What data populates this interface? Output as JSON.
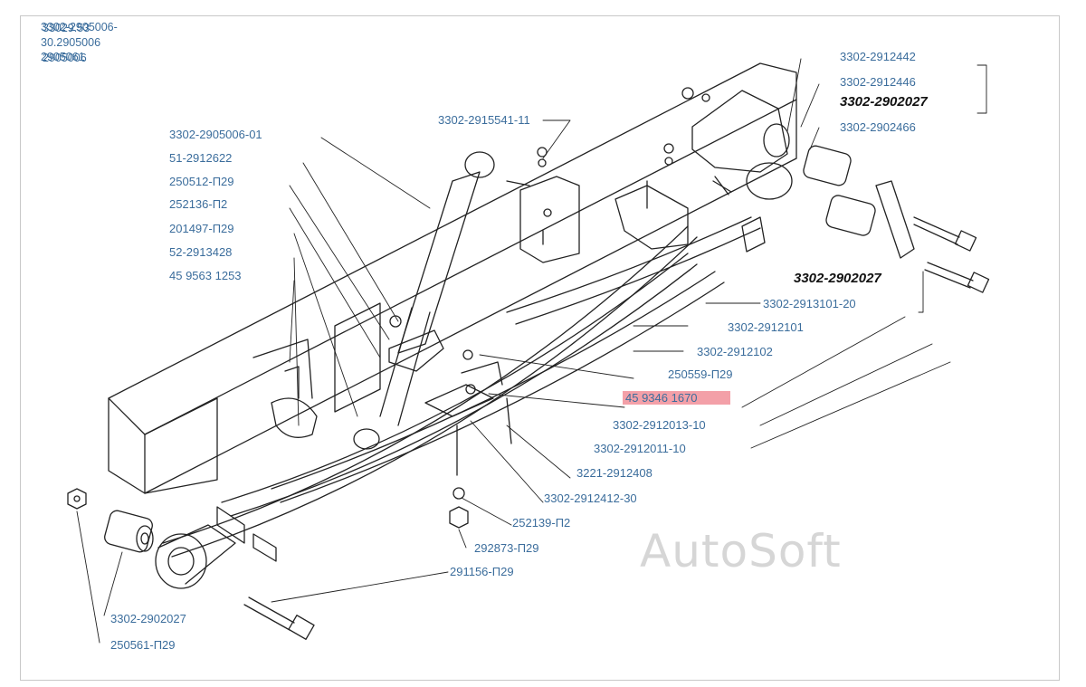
{
  "overlap_labels": [
    "3302-2905006-",
    "30.2905006",
    "2905061",
    "33029.53",
    "2905006"
  ],
  "labels": {
    "l_2912442": "3302-2912442",
    "l_2912446": "3302-2912446",
    "l_2902027_top": "3302-2902027",
    "l_2902466": "3302-2902466",
    "l_2915541": "3302-2915541-11",
    "l_2905006": "3302-2905006-01",
    "l_51_2912622": "51-2912622",
    "l_250512": "250512-П29",
    "l_252136": "252136-П2",
    "l_201497": "201497-П29",
    "l_52_2913428": "52-2913428",
    "l_459563": "45 9563 1253",
    "l_2902027_mid": "3302-2902027",
    "l_2913101": "3302-2913101-20",
    "l_2912101": "3302-2912101",
    "l_2912102": "3302-2912102",
    "l_250559": "250559-П29",
    "l_459346": "45 9346 1670",
    "l_2912013": "3302-2912013-10",
    "l_2912011": "3302-2912011-10",
    "l_3221_2912408": "3221-2912408",
    "l_2912412": "3302-2912412-30",
    "l_252139": "252139-П2",
    "l_292873": "292873-П29",
    "l_291156": "291156-П29",
    "l_2902027_bot": "3302-2902027",
    "l_250561": "250561-П29"
  },
  "watermark": "AutoSoft",
  "colors": {
    "label": "#3b6d9c",
    "highlight": "#f3a0a8",
    "line": "#222222"
  }
}
